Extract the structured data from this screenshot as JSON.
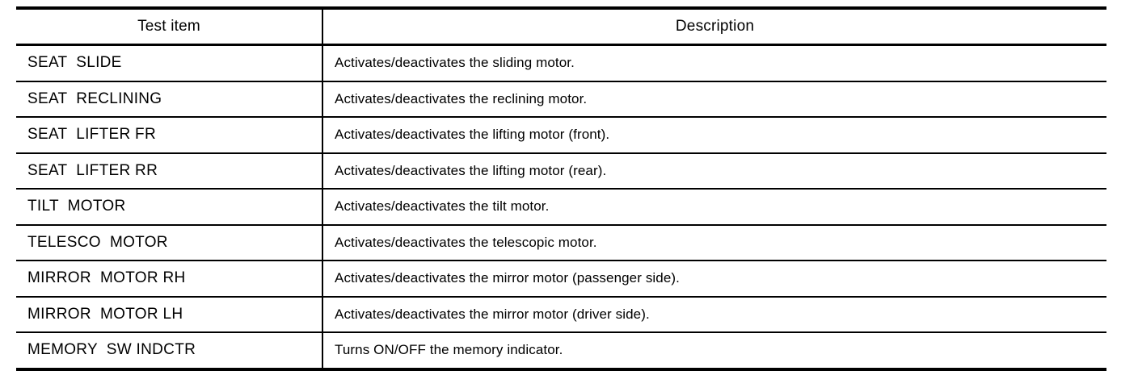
{
  "table": {
    "columns": [
      {
        "key": "test_item",
        "header": "Test item"
      },
      {
        "key": "description",
        "header": "Description"
      }
    ],
    "rows": [
      {
        "test_item": "SEAT  SLIDE",
        "description": "Activates/deactivates the sliding motor."
      },
      {
        "test_item": "SEAT  RECLINING",
        "description": "Activates/deactivates the reclining motor."
      },
      {
        "test_item": "SEAT  LIFTER FR",
        "description": "Activates/deactivates the lifting motor (front)."
      },
      {
        "test_item": "SEAT  LIFTER RR",
        "description": "Activates/deactivates the lifting motor (rear)."
      },
      {
        "test_item": "TILT  MOTOR",
        "description": "Activates/deactivates the tilt motor."
      },
      {
        "test_item": "TELESCO  MOTOR",
        "description": "Activates/deactivates the telescopic motor."
      },
      {
        "test_item": "MIRROR  MOTOR RH",
        "description": "Activates/deactivates the mirror motor (passenger side)."
      },
      {
        "test_item": "MIRROR  MOTOR LH",
        "description": "Activates/deactivates the mirror motor (driver side)."
      },
      {
        "test_item": "MEMORY  SW INDCTR",
        "description": "Turns ON/OFF the memory indicator."
      }
    ]
  },
  "colors": {
    "text": "#000000",
    "rule": "#000000",
    "background": "#ffffff"
  }
}
